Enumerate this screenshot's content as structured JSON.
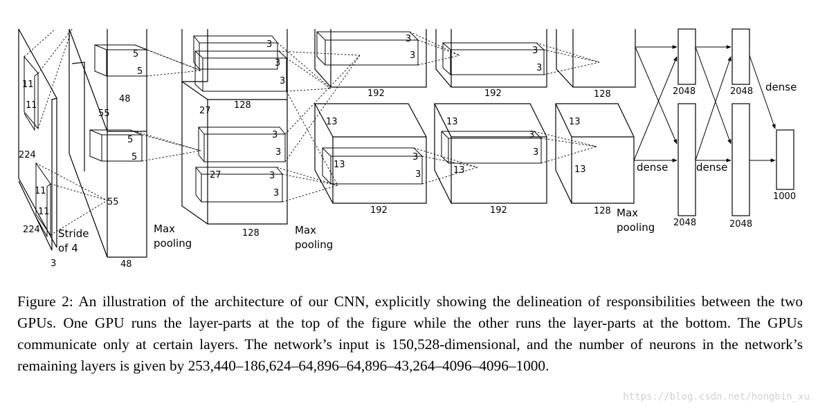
{
  "diagram": {
    "input": {
      "height": "224",
      "width": "224",
      "depth": "3",
      "kernel_top": [
        "11",
        "11"
      ],
      "kernel_bottom": [
        "11",
        "11"
      ],
      "stride": [
        "Stride",
        "of 4"
      ]
    },
    "conv1": {
      "size": "55",
      "size_bottom": "55",
      "depth_top": "48",
      "depth_bottom": "48",
      "kernel_top": [
        "5",
        "5"
      ],
      "kernel_bottom": [
        "5",
        "5"
      ]
    },
    "conv2": {
      "size": "27",
      "size_bottom": "27",
      "depth_top": "128",
      "depth_bottom": "128",
      "kernel_top": [
        "3",
        "3",
        "3"
      ],
      "kernel_bottom": [
        "3",
        "3",
        "3",
        "3"
      ]
    },
    "conv3": {
      "size": "13",
      "size_bottom": "13",
      "depth_top": "192",
      "depth_bottom": "192",
      "kernel_top": [
        "3",
        "3"
      ],
      "kernel_bottom": [
        "3",
        "3"
      ]
    },
    "conv4": {
      "size": "13",
      "size_bottom": "13",
      "depth_top": "192",
      "depth_bottom": "192",
      "kernel_top": [
        "3",
        "3"
      ],
      "kernel_bottom": [
        "3",
        "3"
      ]
    },
    "conv5": {
      "size": "13",
      "size_bottom": "13",
      "depth_top": "128",
      "depth_bottom": "128"
    },
    "pooling": [
      [
        "Max",
        "pooling"
      ],
      [
        "Max",
        "pooling"
      ],
      [
        "Max",
        "pooling"
      ]
    ],
    "dense": {
      "label": "dense",
      "fc6_top": "2048",
      "fc6_bottom": "2048",
      "fc7_top": "2048",
      "fc7_bottom": "2048",
      "output": "1000"
    }
  },
  "caption": {
    "label": "Figure 2:",
    "text": "An illustration of the architecture of our CNN, explicitly showing the delineation of responsibilities between the two GPUs. One GPU runs the layer-parts at the top of the figure while the other runs the layer-parts at the bottom. The GPUs communicate only at certain layers. The network’s input is 150,528-dimensional, and the number of neurons in the network’s remaining layers is given by 253,440–186,624–64,896–64,896–43,264–4096–4096–1000."
  },
  "watermark": "https://blog.csdn.net/hongbin_xu"
}
